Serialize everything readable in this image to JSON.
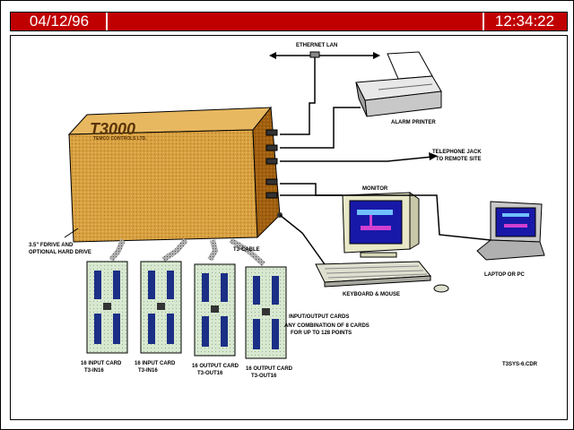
{
  "header": {
    "date": "04/12/96",
    "time": "12:34:22"
  },
  "diagram": {
    "ethernet_label": "ETHERNET LAN",
    "alarm_printer_label": "ALARM PRINTER",
    "telephone_label_1": "TELEPHONE JACK",
    "telephone_label_2": "TO REMOTE SITE",
    "monitor_label": "MONITOR",
    "laptop_label": "LAPTOP OR PC",
    "keyboard_label": "KEYBOARD & MOUSE",
    "unit_brand": "T3000",
    "unit_subtitle": "TEMCO CONTROLS LTD.",
    "drive_label_1": "3.5\" FDRIVE AND",
    "drive_label_2": "OPTIONAL HARD DRIVE",
    "cable_label": "T3-CABLE",
    "io_label_1": "INPUT/OUTPUT CARDS",
    "io_label_2": "ANY COMBINATION OF 8 CARDS",
    "io_label_3": "FOR UP TO 128 POINTS",
    "card1_label_1": "16 INPUT CARD",
    "card1_label_2": "T3-IN16",
    "card2_label_1": "16 INPUT CARD",
    "card2_label_2": "T3-IN16",
    "card3_label_1": "16 OUTPUT CARD",
    "card3_label_2": "T3-OUT16",
    "card4_label_1": "16 OUTPUT CARD",
    "card4_label_2": "T3-OUT16",
    "file_label": "T3SYS-6.CDR"
  },
  "colors": {
    "titlebar": "#c00000",
    "unit_body": "#d8a040",
    "unit_dark": "#a06010",
    "card_board": "#d8e8d0",
    "card_chip": "#1b2f86",
    "monitor_case": "#e8e8c8",
    "screen": "#1818a8"
  }
}
